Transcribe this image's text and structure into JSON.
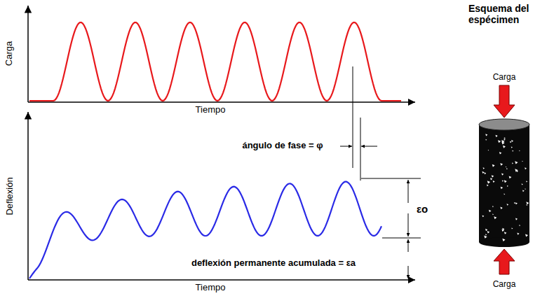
{
  "diagram": {
    "labels": [
      "Esquema del espécimen",
      "Carga",
      "Carga",
      "Tiempo",
      "ángulo de fase = φ",
      "Deflexión",
      "εo",
      "deflexión permanente acumulada = εa",
      "Tiempo",
      "Carga"
    ]
  }
}
